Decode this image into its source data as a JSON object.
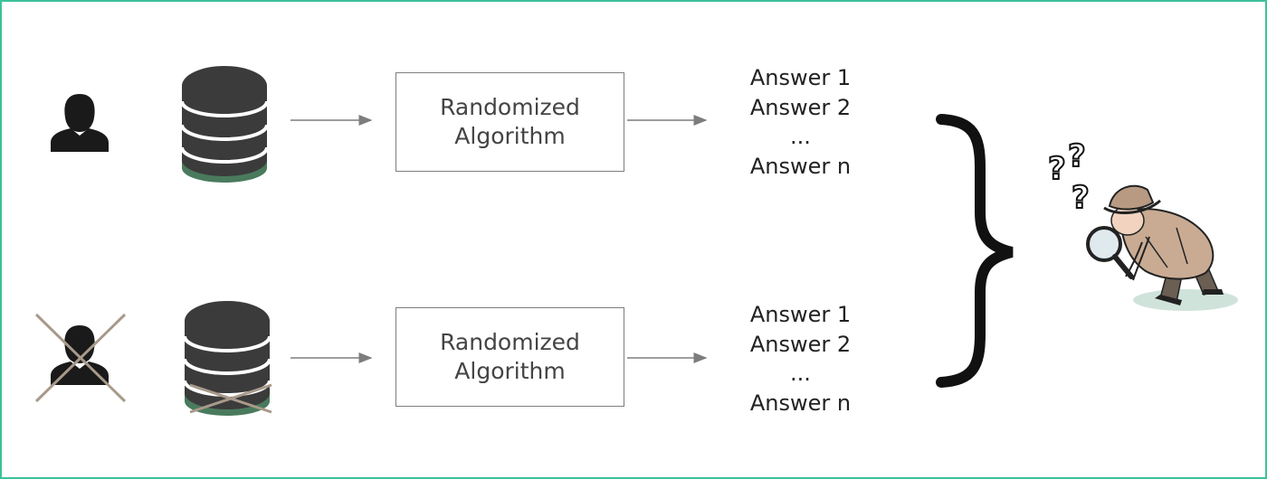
{
  "colors": {
    "frame": "#3cc29a",
    "db_body": "#3b3b3b",
    "db_base": "#4a7a5d",
    "arrow": "#7d7d7d",
    "cross": "#a89a8a",
    "brace": "#111111"
  },
  "rows": [
    {
      "algorithm_line1": "Randomized",
      "algorithm_line2": "Algorithm",
      "answers": [
        "Answer 1",
        "Answer 2",
        "...",
        "Answer n"
      ],
      "person_removed": false
    },
    {
      "algorithm_line1": "Randomized",
      "algorithm_line2": "Algorithm",
      "answers": [
        "Answer 1",
        "Answer 2",
        "...",
        "Answer n"
      ],
      "person_removed": true
    }
  ],
  "icons": {
    "person": "person-icon",
    "database": "database-icon",
    "brace": "curly-brace-icon",
    "observer": "detective-magnifier-icon"
  }
}
